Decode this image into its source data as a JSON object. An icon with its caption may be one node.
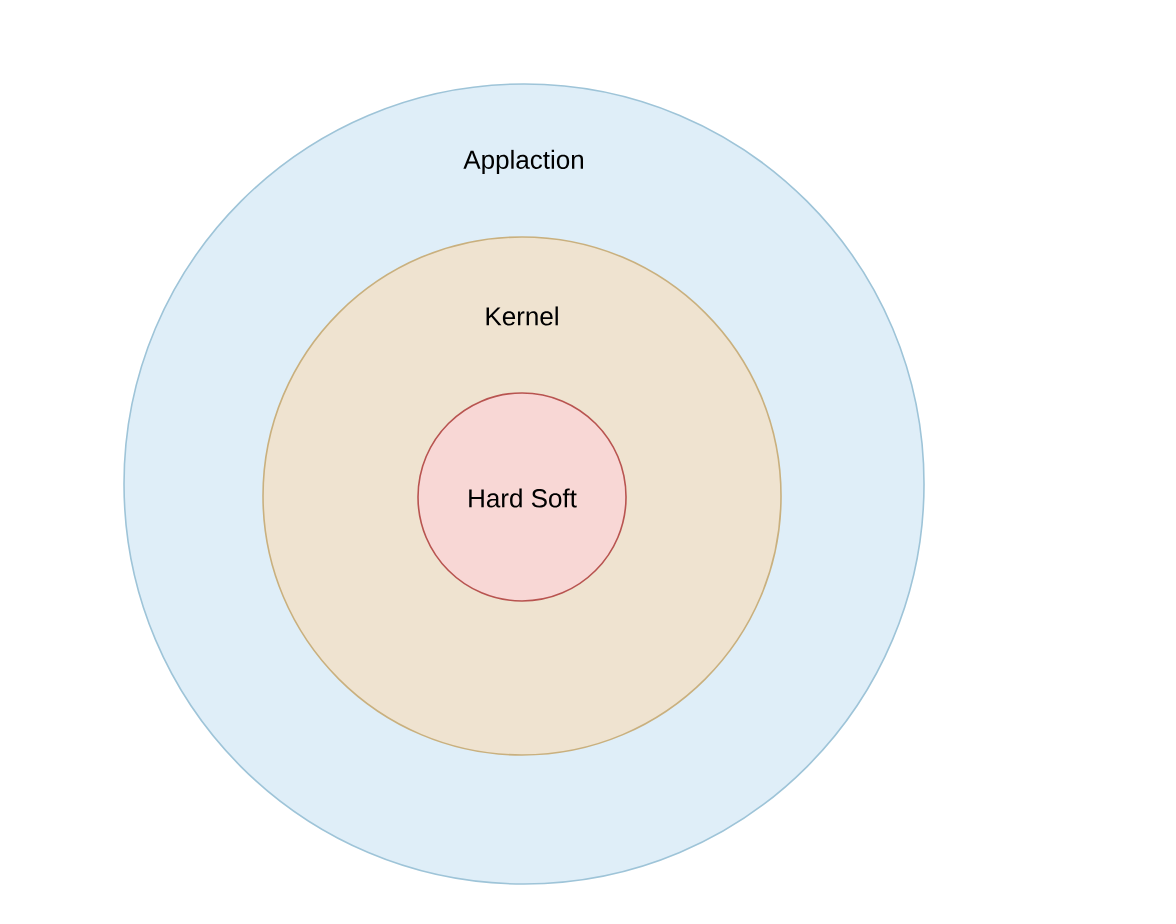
{
  "diagram": {
    "nodes": [
      {
        "text": [
          "Applaction"
        ]
      },
      {
        "text": [
          "Kernel"
        ],
        "in": 0
      },
      {
        "text": [
          "Hard Soft"
        ],
        "in": 1
      }
    ]
  }
}
